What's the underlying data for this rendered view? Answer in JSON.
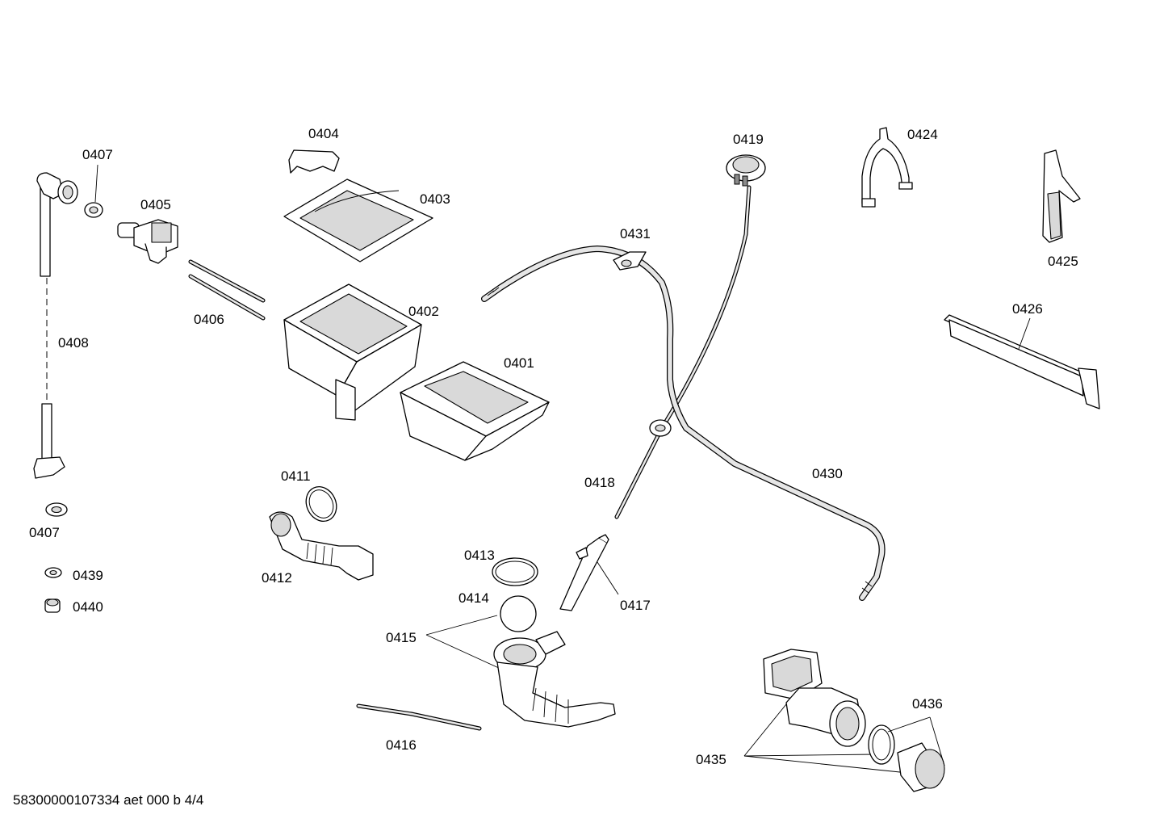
{
  "labels": {
    "p0401": "0401",
    "p0402": "0402",
    "p0403": "0403",
    "p0404": "0404",
    "p0405": "0405",
    "p0406": "0406",
    "p0407a": "0407",
    "p0407b": "0407",
    "p0408": "0408",
    "p0411": "0411",
    "p0412": "0412",
    "p0413": "0413",
    "p0414": "0414",
    "p0415": "0415",
    "p0416": "0416",
    "p0417": "0417",
    "p0418": "0418",
    "p0419": "0419",
    "p0424": "0424",
    "p0425": "0425",
    "p0426": "0426",
    "p0430": "0430",
    "p0431": "0431",
    "p0435": "0435",
    "p0436": "0436",
    "p0439": "0439",
    "p0440": "0440"
  },
  "footer": "58300000107334 aet 000 b 4/4"
}
